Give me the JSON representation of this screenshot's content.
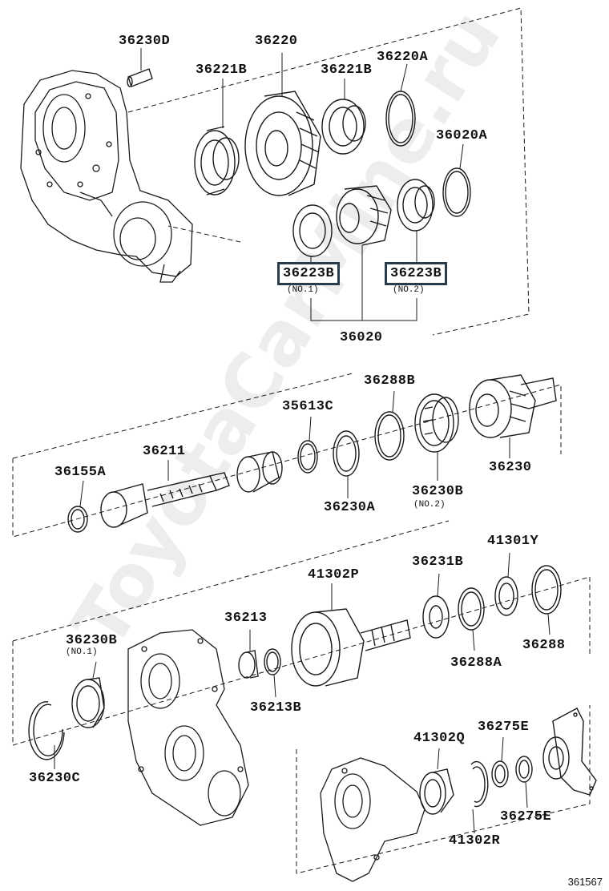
{
  "diagram": {
    "watermark": "ToyotaCarMine.ru",
    "figure_code": "361567",
    "labels": {
      "p36230D": "36230D",
      "p36220": "36220",
      "p36221B_a": "36221B",
      "p36221B_b": "36221B",
      "p36220A": "36220A",
      "p36020A": "36020A",
      "p36223B_1": "36223B",
      "p36223B_1_sub": "(NO.1)",
      "p36223B_2": "36223B",
      "p36223B_2_sub": "(NO.2)",
      "p36020": "36020",
      "p36288B": "36288B",
      "p35613C": "35613C",
      "p36211": "36211",
      "p36155A": "36155A",
      "p36230": "36230",
      "p36230B_2": "36230B",
      "p36230B_2_sub": "(NO.2)",
      "p36230A": "36230A",
      "p41301Y": "41301Y",
      "p41302P": "41302P",
      "p36231B": "36231B",
      "p36213": "36213",
      "p36230B_1": "36230B",
      "p36230B_1_sub": "(NO.1)",
      "p36288": "36288",
      "p36288A": "36288A",
      "p36213B": "36213B",
      "p36275E_a": "36275E",
      "p41302Q": "41302Q",
      "p36230C": "36230C",
      "p36275E_b": "36275E",
      "p41302R": "41302R"
    }
  }
}
